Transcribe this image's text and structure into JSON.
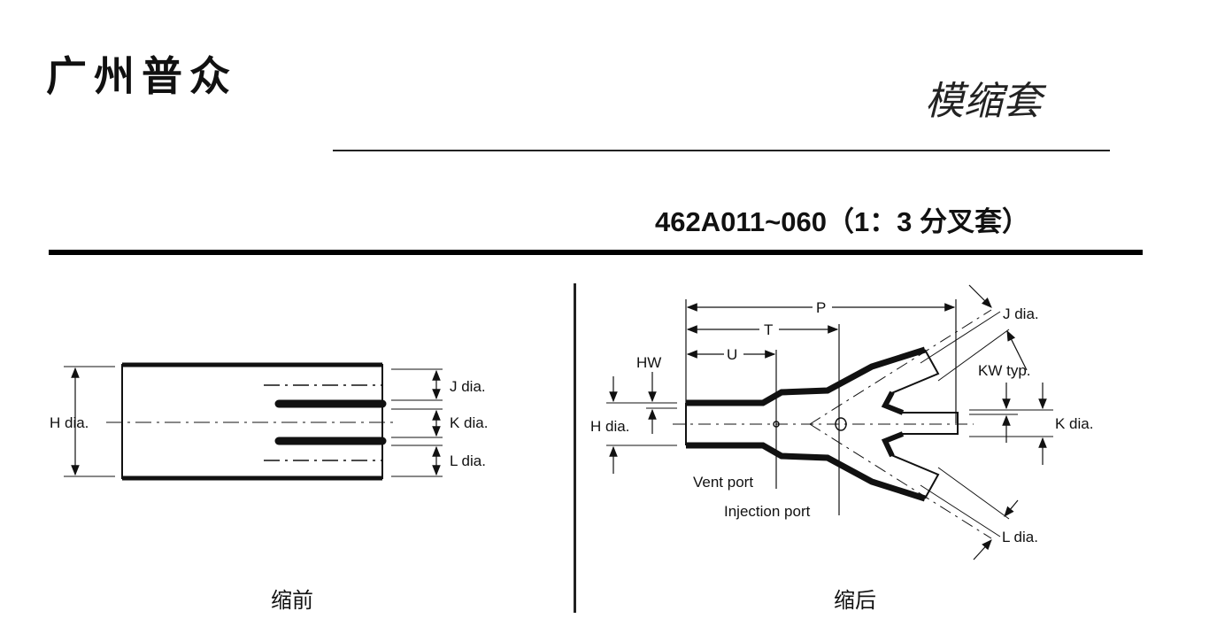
{
  "header": {
    "company": "广州普众",
    "product_type": "模缩套"
  },
  "section": {
    "title": "462A011~060（1：3 分叉套）"
  },
  "before_diagram": {
    "caption": "缩前",
    "labels": {
      "h": "H dia.",
      "j": "J dia.",
      "k": "K dia.",
      "l": "L dia."
    }
  },
  "after_diagram": {
    "caption": "缩后",
    "labels": {
      "p": "P",
      "t": "T",
      "u": "U",
      "hw": "HW",
      "h": "H dia.",
      "j": "J dia.",
      "kw": "KW typ.",
      "k": "K dia.",
      "l": "L dia.",
      "vent": "Vent port",
      "injection": "Injection port"
    }
  }
}
